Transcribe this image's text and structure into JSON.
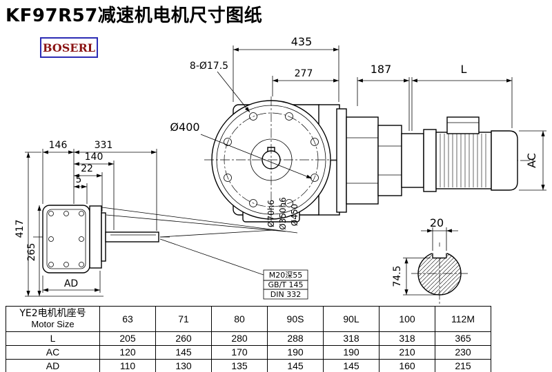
{
  "page": {
    "title": "KF97R57减速机电机尺寸图纸",
    "brand": "BOSERL"
  },
  "front_view": {
    "dim_width": "435",
    "dim_bolt_holes": "8-Ø17.5",
    "dim_offset": "277",
    "dim_bolt_circle": "Ø400"
  },
  "motor_view": {
    "dim_adapter": "187",
    "dim_motor_length": "L",
    "dim_motor_diameter": "AC"
  },
  "side_view": {
    "dim_146": "146",
    "dim_331": "331",
    "dim_140": "140",
    "dim_22": "22",
    "dim_5": "5",
    "dim_height": "417",
    "dim_265": "265",
    "dim_ad": "AD",
    "label_shaft": "Ø70h6",
    "label_spigot": "Ø350h6",
    "label_flange": "Ø450",
    "note_thread": "M20深55",
    "note_gb": "GB/T 145",
    "note_din": "DIN 332"
  },
  "shaft_section": {
    "dim_key_width": "20",
    "dim_height": "74.5"
  },
  "table": {
    "header_line1": "YE2电机机座号",
    "header_line2": "Motor Size",
    "columns": [
      "63",
      "71",
      "80",
      "90S",
      "90L",
      "100",
      "112M"
    ],
    "rows": [
      {
        "label": "L",
        "values": [
          "205",
          "260",
          "280",
          "288",
          "318",
          "318",
          "365"
        ]
      },
      {
        "label": "AC",
        "values": [
          "120",
          "145",
          "170",
          "190",
          "190",
          "210",
          "230"
        ]
      },
      {
        "label": "AD",
        "values": [
          "110",
          "130",
          "135",
          "145",
          "145",
          "160",
          "215"
        ]
      }
    ]
  }
}
